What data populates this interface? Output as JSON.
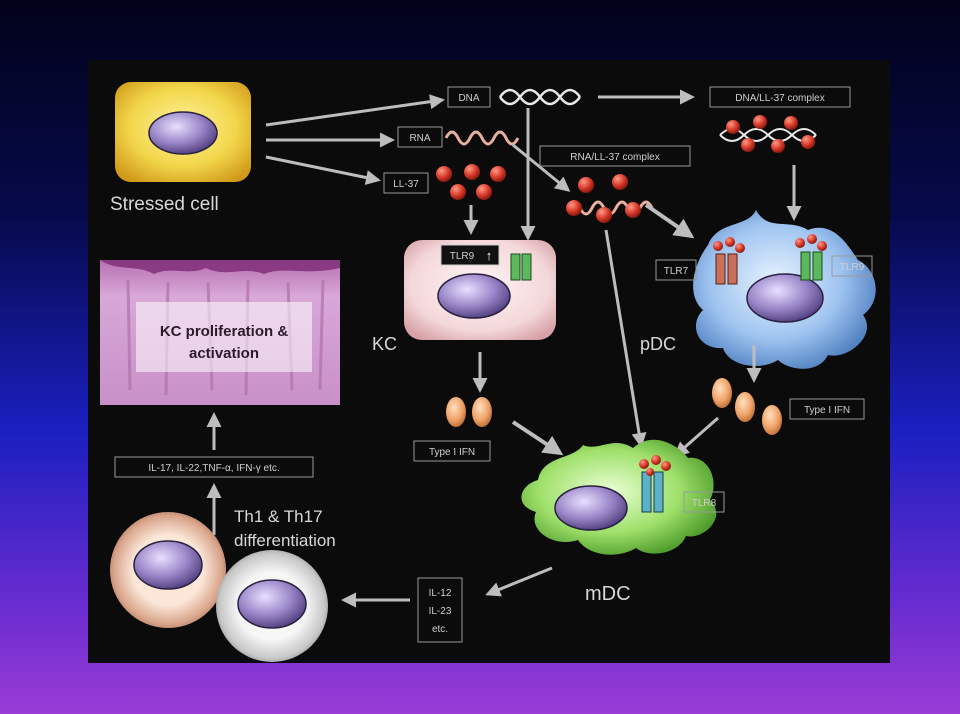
{
  "labels": {
    "stressed_cell": "Stressed cell",
    "dna": "DNA",
    "rna": "RNA",
    "ll37": "LL-37",
    "dna_ll37_complex": "DNA/LL-37 complex",
    "rna_ll37_complex": "RNA/LL-37 complex",
    "tlr9_up": "TLR9",
    "kc": "KC",
    "tlr7": "TLR7",
    "tlr9": "TLR9",
    "pdc": "pDC",
    "kc_prolif_line1": "KC proliferation &",
    "kc_prolif_line2": "activation",
    "type1_ifn_left": "Type I IFN",
    "type1_ifn_right": "Type I IFN",
    "tlr8": "TLR8",
    "cytokines": "IL-17, IL-22,TNF-α, IFN-γ etc.",
    "th_line1": "Th1 & Th17",
    "th_line2": "differentiation",
    "il12": "IL-12",
    "il23": "IL-23",
    "etc": "etc.",
    "mdc": "mDC"
  },
  "colors": {
    "panel_bg": "#0b0b0b",
    "arrow": "#bdbdbd",
    "nucleus": "#9a86c8",
    "ll37_bead": "#d83a2a",
    "cell_yellow": "#f2d64a",
    "kc_pink": "#f4d8da",
    "pdc_blue": "#9fc4f0",
    "mdc_green": "#9fe06a",
    "ifn_orange": "#f0a36a"
  }
}
